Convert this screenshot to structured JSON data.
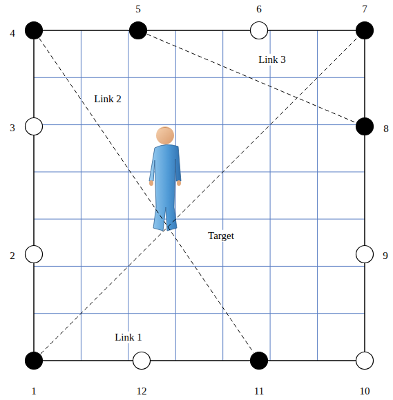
{
  "diagram": {
    "nodes": [
      {
        "text": [
          "1"
        ]
      },
      {
        "text": [
          "2"
        ]
      },
      {
        "text": [
          "3"
        ]
      },
      {
        "text": [
          "4"
        ]
      },
      {
        "text": [
          "5"
        ]
      },
      {
        "text": [
          "6"
        ]
      },
      {
        "text": [
          "7"
        ]
      },
      {
        "text": [
          "8"
        ]
      },
      {
        "text": [
          "9"
        ]
      },
      {
        "text": [
          "10"
        ]
      },
      {
        "text": [
          "11"
        ]
      },
      {
        "text": [
          "12"
        ]
      }
    ],
    "edges": [
      {
        "from": 0,
        "to": 6,
        "arrow": "none",
        "label": "Link 1"
      },
      {
        "from": 3,
        "to": 10,
        "arrow": "none",
        "label": "Link 2"
      },
      {
        "from": 4,
        "to": 7,
        "arrow": "none",
        "label": "Link 3"
      }
    ],
    "labels": [
      "Target"
    ]
  }
}
